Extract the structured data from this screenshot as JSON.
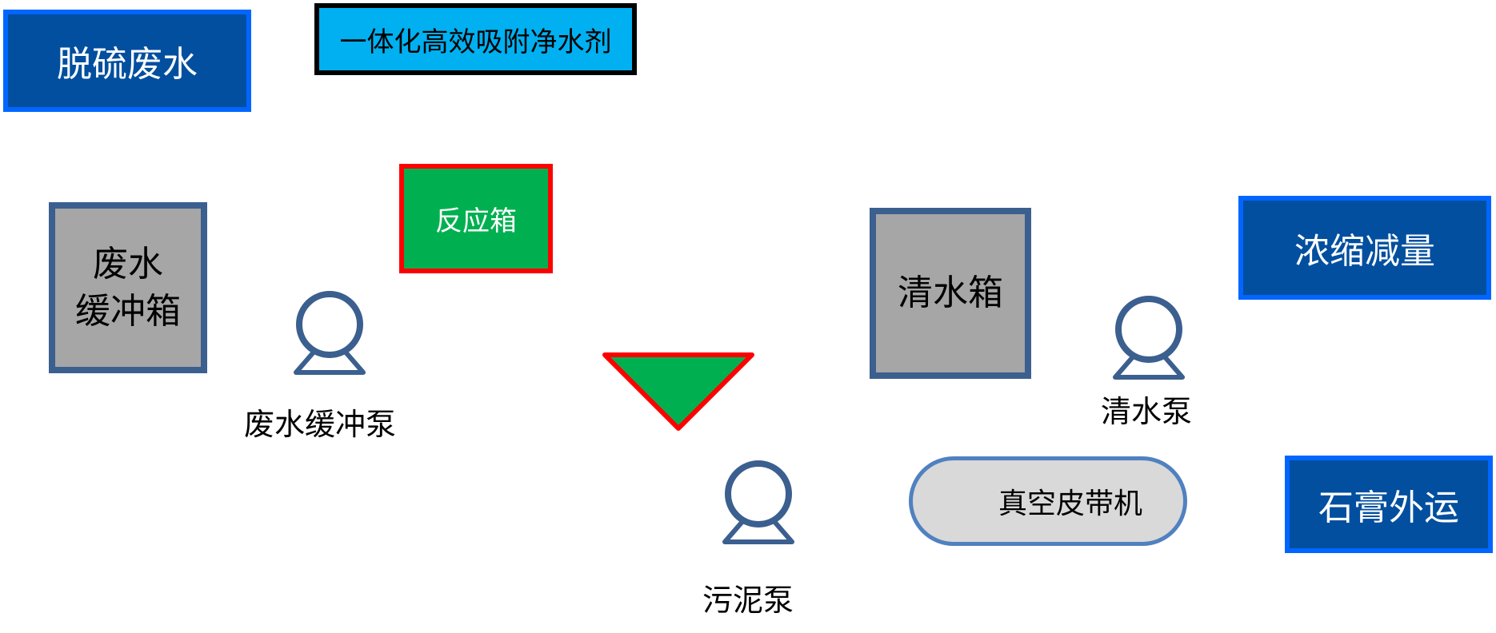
{
  "title_box": {
    "label": "脱硫废水"
  },
  "reagent_box": {
    "label": "一体化高效吸附净水剂"
  },
  "buffer_tank": {
    "line1": "废水",
    "line2": "缓冲箱"
  },
  "reaction_tank": {
    "label": "反应箱"
  },
  "buffer_pump": {
    "label": "废水缓冲泵",
    "icon": "pump-icon"
  },
  "settler": {
    "icon": "inverted-triangle-icon"
  },
  "sludge_pump": {
    "label": "污泥泵",
    "icon": "pump-icon"
  },
  "clean_tank": {
    "label": "清水箱"
  },
  "clean_pump": {
    "label": "清水泵",
    "icon": "pump-icon"
  },
  "belt_filter": {
    "label": "真空皮带机"
  },
  "concentrate_box": {
    "label": "浓缩减量"
  },
  "gypsum_box": {
    "label": "石膏外运"
  },
  "colors": {
    "navy": "#024f9f",
    "bright_blue": "#0066ff",
    "cyan": "#00b0f0",
    "green": "#00b050",
    "red": "#ff0000",
    "gray": "#a6a6a6",
    "steel": "#3b5f8f"
  }
}
